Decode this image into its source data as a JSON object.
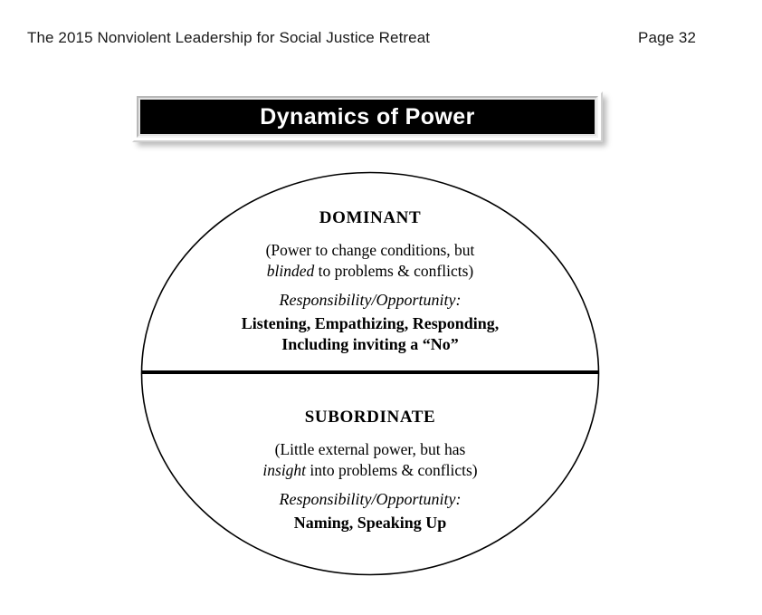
{
  "page": {
    "background_color": "#ffffff",
    "header": {
      "title": "The 2015 Nonviolent Leadership for Social Justice Retreat",
      "page_number": "Page 32"
    }
  },
  "banner": {
    "title": "Dynamics of Power",
    "fill_color": "#000000",
    "text_color": "#ffffff",
    "frame_color": "#e2e2e2"
  },
  "diagram": {
    "type": "divided-circle",
    "stroke_color": "#000000",
    "divider_color": "#000000",
    "halves": [
      {
        "id": "dominant",
        "role": "DOMINANT",
        "description_line_1": "(Power to change conditions, but",
        "description_italic": "blinded",
        "description_line_2_rest": " to problems & conflicts)",
        "responsibility_heading": "Responsibility/Opportunity:",
        "responsibility_line_1": "Listening, Empathizing, Responding,",
        "responsibility_line_2": "Including inviting a “No”"
      },
      {
        "id": "subordinate",
        "role": "SUBORDINATE",
        "description_line_1": "(Little external power, but has",
        "description_italic": "insight",
        "description_line_2_rest": " into problems & conflicts)",
        "responsibility_heading": "Responsibility/Opportunity:",
        "responsibility_line_1": "Naming, Speaking Up",
        "responsibility_line_2": ""
      }
    ]
  }
}
